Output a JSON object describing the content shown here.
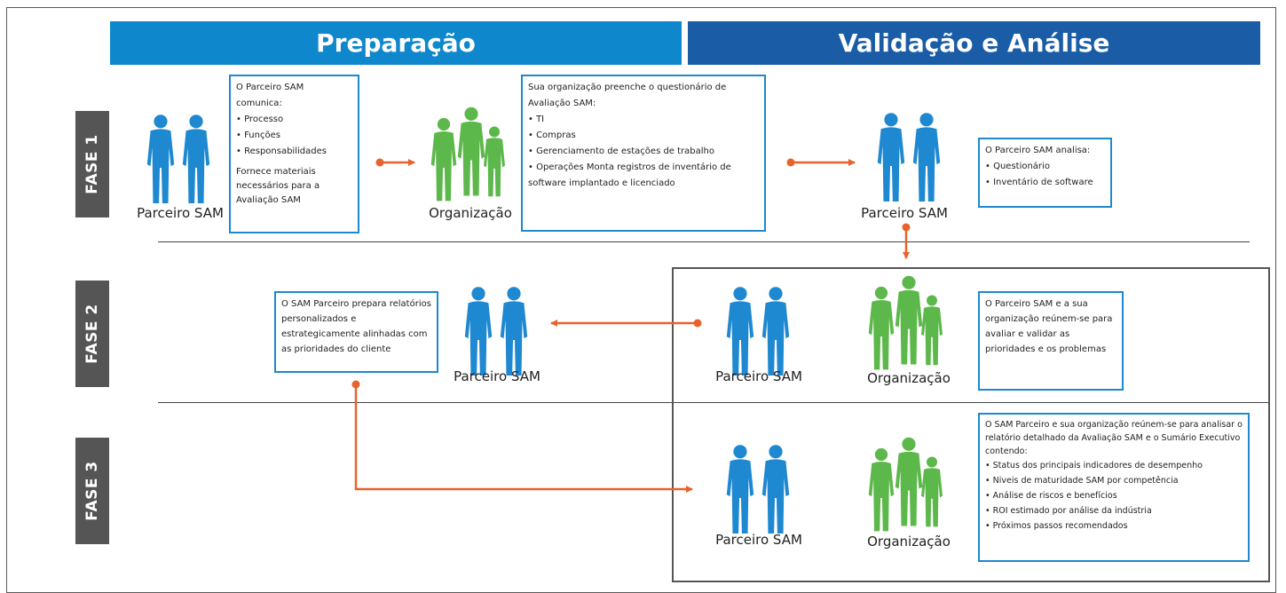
{
  "headers": {
    "preparation": "Preparação",
    "validation": "Validação e Análise"
  },
  "phases": [
    "FASE 1",
    "FASE 2",
    "FASE 3"
  ],
  "labels": {
    "partner": "Parceiro SAM",
    "organization": "Organização"
  },
  "boxes": {
    "fase1_partner": {
      "title": "O Parceiro SAM comunica:",
      "items": [
        "• Processo",
        "• Funções",
        "• Responsabilidades"
      ],
      "footer": "Fornece materiais necessários para a Avaliação SAM"
    },
    "fase1_org": {
      "title": "Sua organização preenche o  questionário de Avaliação SAM:",
      "items": [
        "• TI",
        "• Compras",
        "• Gerenciamento de estações de trabalho",
        "• Operações Monta registros de inventário de software implantado e licenciado"
      ]
    },
    "fase1_analysis": {
      "title": "O Parceiro SAM analisa:",
      "items": [
        "• Questionário",
        "• Inventário de software"
      ]
    },
    "fase2_reports": {
      "text": "O SAM Parceiro prepara relatórios personalizados e estrategicamente alinhadas com as prioridades do cliente"
    },
    "fase2_meet": {
      "text": "O Parceiro SAM e  a sua organização  reúnem-se para avaliar e validar as prioridades e os problemas"
    },
    "fase3_meet": {
      "title": "O SAM Parceiro e sua organização reúnem-se para analisar o relatório detalhado da Avaliação SAM e o Sumário Executivo contendo:",
      "items": [
        "• Status dos principais indicadores de desempenho",
        "• Niveis de maturidade SAM por competência",
        "• Análise de riscos e benefícios",
        "• ROI estimado por análise da indústria",
        "• Próximos passos recomendados"
      ]
    }
  },
  "colors": {
    "prep_header": "#0E87CC",
    "val_header": "#1A5DA6",
    "partner": "#1E88D0",
    "org": "#5CB84A",
    "arrow": "#E8622C",
    "phase": "#555555"
  }
}
